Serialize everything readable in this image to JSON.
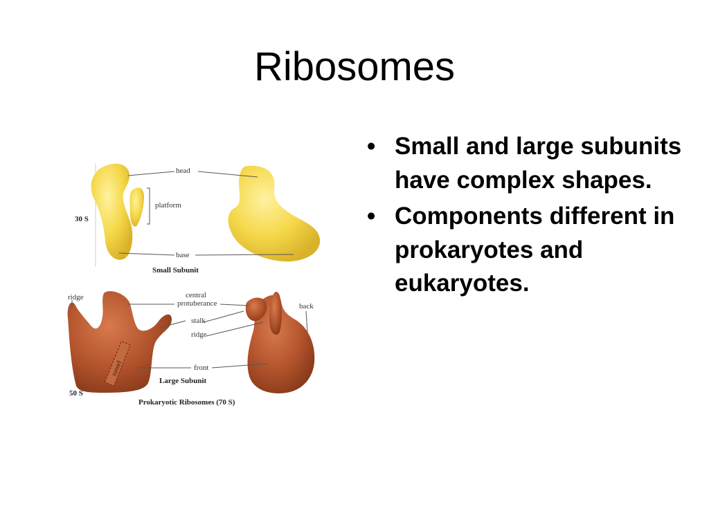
{
  "slide": {
    "title": "Ribosomes",
    "bullets": [
      "Small and large subunits have complex shapes.",
      "Components different in prokaryotes and eukaryotes."
    ],
    "bullet_glyph": "•"
  },
  "figure": {
    "small_subunit": {
      "sedimentation": "30 S",
      "caption": "Small Subunit",
      "labels": {
        "head": "head",
        "platform": "platform",
        "base": "base"
      },
      "color": "#f5d84a"
    },
    "large_subunit": {
      "sedimentation": "50 S",
      "caption": "Large Subunit",
      "labels": {
        "ridge_left": "ridge",
        "central_line1": "central",
        "central_line2": "protuberance",
        "stalk": "stalk",
        "ridge": "ridge",
        "back": "back",
        "front": "front",
        "tunnel": "tunnel"
      },
      "color": "#b5562e"
    },
    "caption": "Prokaryotic Ribosomes (70 S)"
  }
}
